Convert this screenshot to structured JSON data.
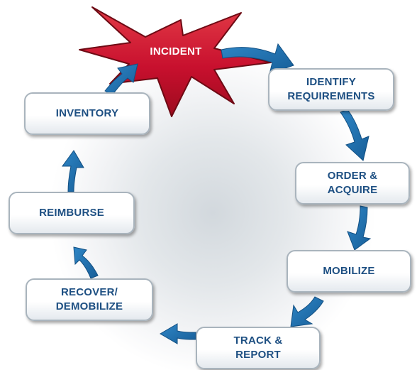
{
  "diagram": {
    "center_event": "INCIDENT",
    "steps": [
      {
        "id": "identify",
        "label": "IDENTIFY\nREQUIREMENTS"
      },
      {
        "id": "order",
        "label": "ORDER &\nACQUIRE"
      },
      {
        "id": "mobilize",
        "label": "MOBILIZE"
      },
      {
        "id": "track",
        "label": "TRACK &\nREPORT"
      },
      {
        "id": "recover",
        "label": "RECOVER/\nDEMOBILIZE"
      },
      {
        "id": "reimburse",
        "label": "REIMBURSE"
      },
      {
        "id": "inventory",
        "label": "INVENTORY"
      }
    ]
  },
  "colors": {
    "burst_fill": "#c8102e",
    "burst_outline": "#6e0a14",
    "arrow": "#1d6fb0",
    "box_text": "#1d4f82",
    "box_border": "#a9b4bd"
  }
}
